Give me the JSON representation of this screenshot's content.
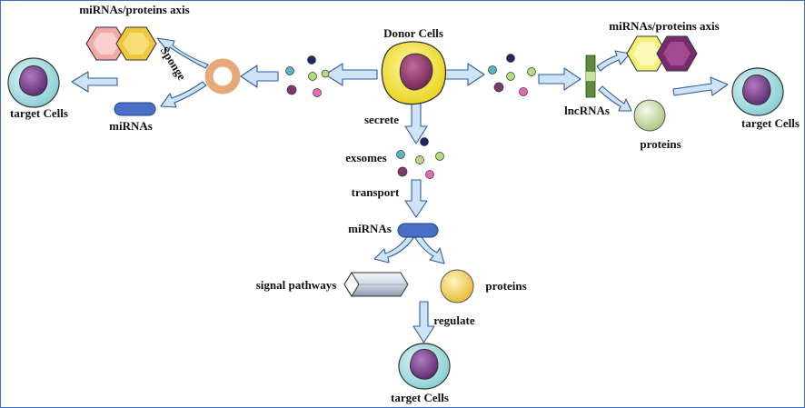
{
  "labels": {
    "donor_cells": "Donor Cells",
    "axis_left": "miRNAs/proteins axis",
    "axis_right": "miRNAs/proteins axis",
    "sponge": "Sponge",
    "mirnas_left": "miRNAs",
    "target_left": "target Cells",
    "target_right": "target Cells",
    "target_bottom": "target Cells",
    "lncrnas": "lncRNAs",
    "proteins_right": "proteins",
    "secrete": "secrete",
    "exosomes": "exsomes",
    "transport": "transport",
    "mirnas_center": "miRNAs",
    "signal_pathways": "signal pathways",
    "proteins_center": "proteins",
    "regulate": "regulate"
  },
  "colors": {
    "border": "#3a6fc4",
    "arrow_fill": "#cfe3f7",
    "arrow_stroke": "#2f5d9c",
    "mirna_bar": "#4a6fc9",
    "circrna_ring": "#e8a97a",
    "lncrna_bar": "#5e8c3a",
    "donor_outer": "#f2e23a",
    "nucleus": "#8e3a6a",
    "target_outer": "#9fd6da",
    "target_nucleus": "#7a3f8a",
    "hex_pink": "#f0a8a8",
    "hex_yellow": "#f0c63a",
    "hex_purple": "#7a2a6e",
    "hex_light": "#f5f07a",
    "protein_green": "#c7dba5",
    "protein_yellow": "#f3d15a",
    "vesicle_teal": "#5ab5c0",
    "vesicle_navy": "#1f2766",
    "vesicle_green": "#b6dc7a",
    "vesicle_purple": "#7a3a6e",
    "vesicle_pink": "#e86ab5"
  }
}
